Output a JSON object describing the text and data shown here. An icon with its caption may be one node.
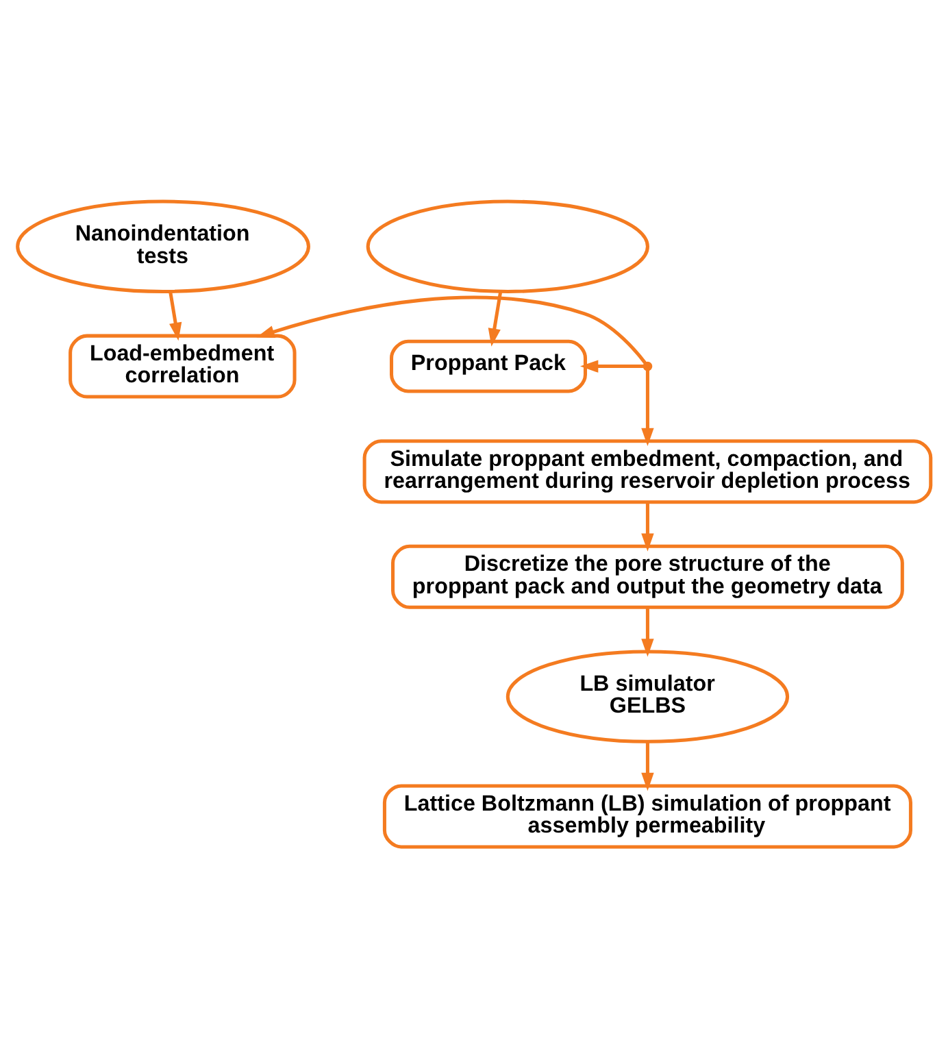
{
  "diagram": {
    "nodes": [
      {
        "text": [
          "Nanoindentation tests"
        ]
      },
      {
        "text": [],
        "shape": "ellipse"
      },
      {
        "text": [
          "Load-embedment correlation"
        ]
      },
      {
        "text": [
          "Proppant Pack"
        ]
      },
      {
        "text": [],
        "shape": "point"
      },
      {
        "text": [
          "Simulate proppant embedment, compaction, and rearrangement during reservoir depletion process"
        ]
      },
      {
        "text": [
          "Discretize the pore structure of the proppant pack and output the geometry data"
        ]
      },
      {
        "text": [
          "LB simulator GELBS"
        ]
      },
      {
        "text": [
          "Lattice Boltzmann (LB) simulation of proppant assembly permeability"
        ]
      }
    ],
    "edges": [
      {
        "from": 0,
        "to": 2,
        "arrow": "to"
      },
      {
        "from": 1,
        "to": 3,
        "arrow": "to"
      },
      {
        "from": 4,
        "to": 2,
        "arrow": "to"
      },
      {
        "from": 4,
        "to": 3,
        "arrow": "to"
      },
      {
        "from": 4,
        "to": 5,
        "arrow": "to"
      },
      {
        "from": 5,
        "to": 6,
        "arrow": "to"
      },
      {
        "from": 6,
        "to": 7,
        "arrow": "to"
      },
      {
        "from": 7,
        "to": 8,
        "arrow": "to"
      }
    ]
  }
}
